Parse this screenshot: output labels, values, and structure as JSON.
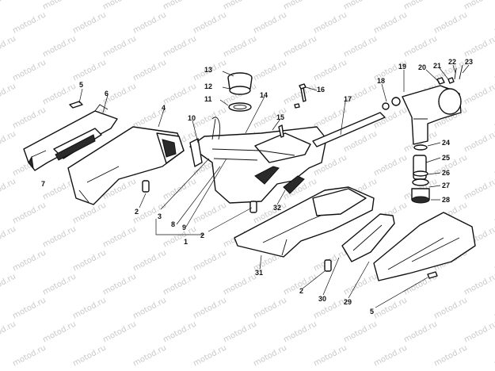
{
  "watermark": {
    "text": "motod.ru"
  },
  "callouts": [
    "1",
    "2",
    "3",
    "4",
    "5",
    "6",
    "7",
    "8",
    "9",
    "10",
    "11",
    "12",
    "13",
    "14",
    "15",
    "16",
    "17",
    "18",
    "19",
    "20",
    "21",
    "22",
    "23",
    "24",
    "25",
    "26",
    "27",
    "28",
    "29",
    "30",
    "31",
    "32"
  ],
  "colors": {
    "ink": "#111111",
    "watermark": "#c9c9c9",
    "background": "#ffffff"
  }
}
